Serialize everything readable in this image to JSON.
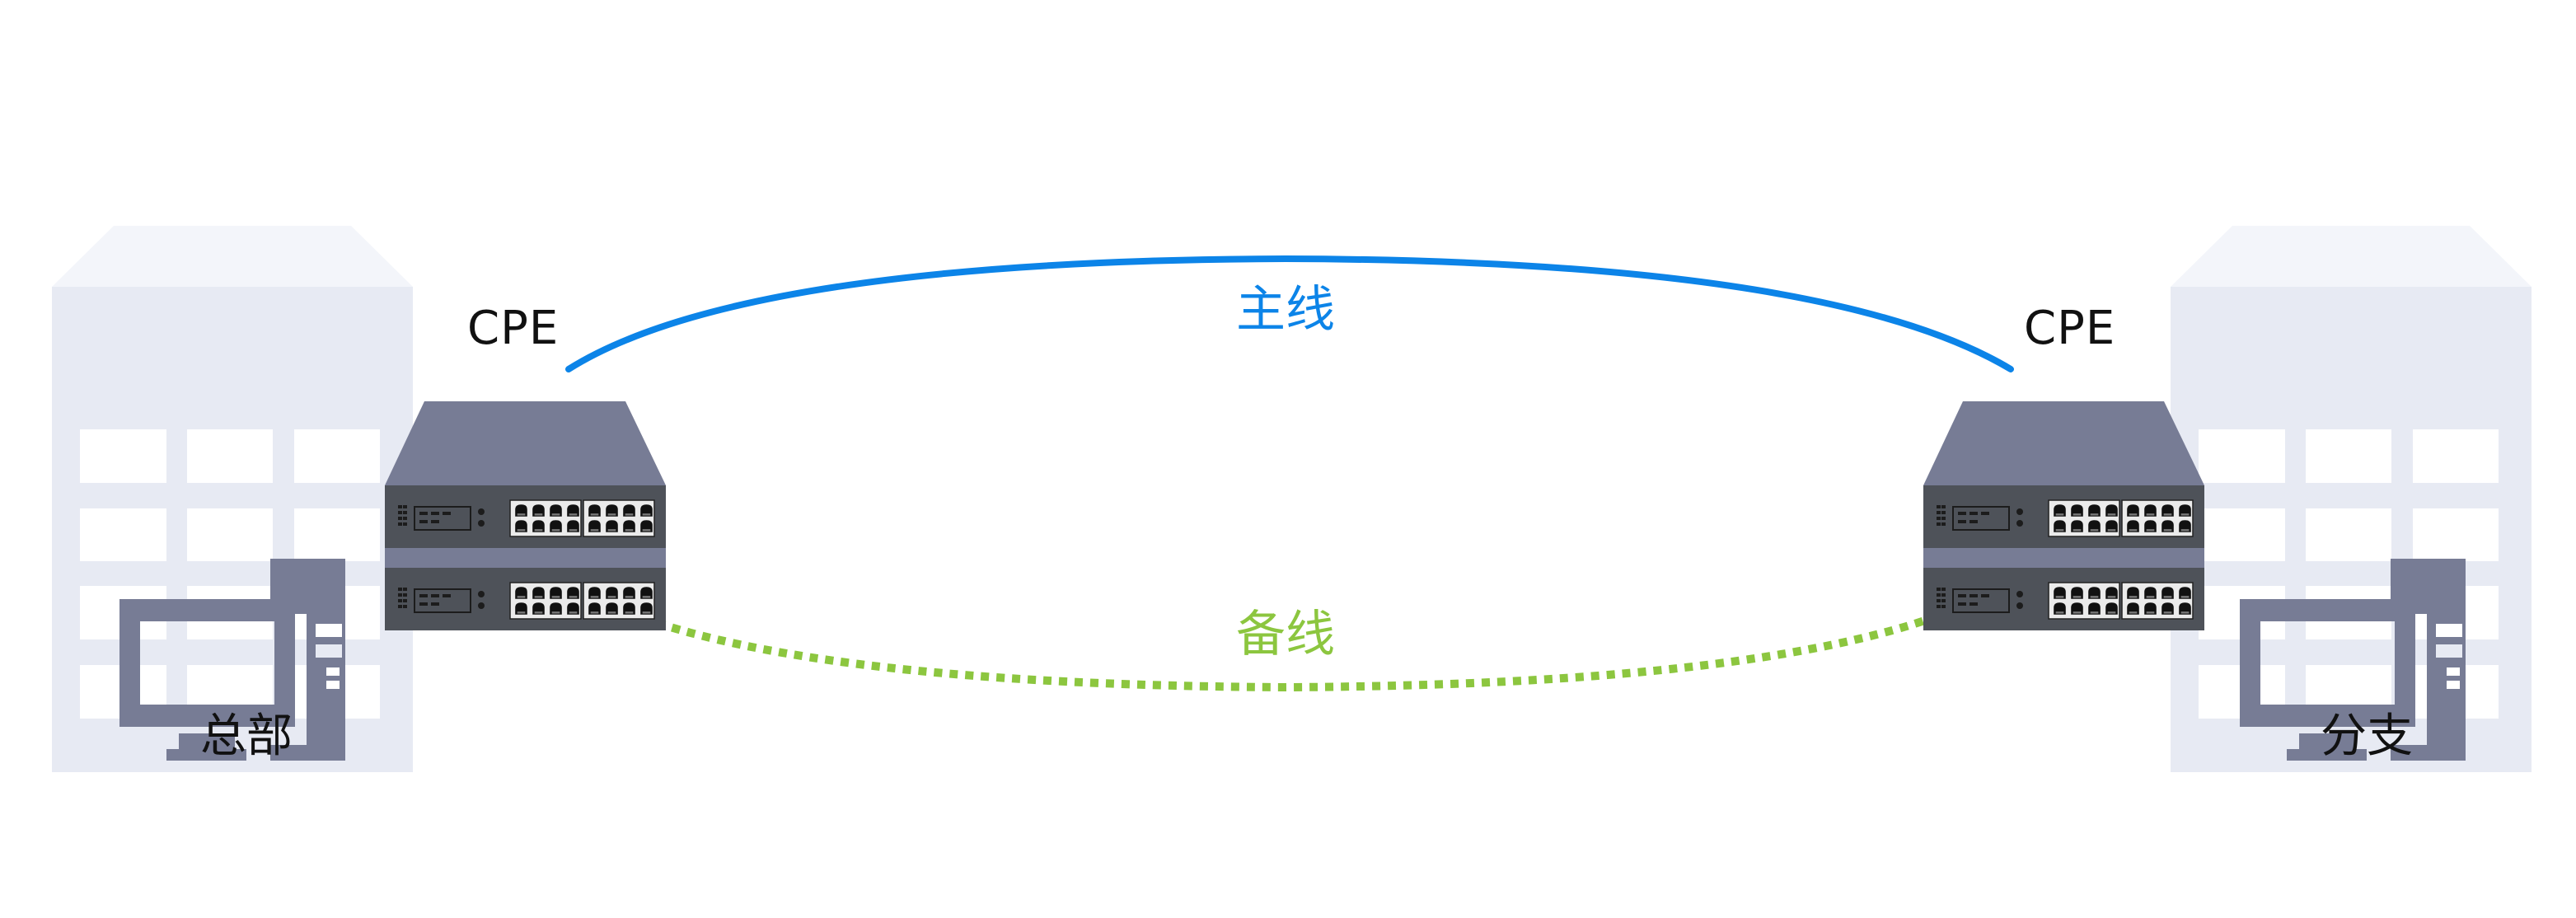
{
  "diagram": {
    "type": "network-topology",
    "nodes": {
      "hq": {
        "label": "总部",
        "kind": "building-with-computer"
      },
      "branch": {
        "label": "分支",
        "kind": "building-with-computer"
      },
      "cpe_hq": {
        "label": "CPE",
        "kind": "stacked-switch"
      },
      "cpe_branch": {
        "label": "CPE",
        "kind": "stacked-switch"
      }
    },
    "links": {
      "primary": {
        "label": "主线",
        "style": "solid",
        "color": "#0c84e8",
        "from": "cpe_hq",
        "to": "cpe_branch"
      },
      "backup": {
        "label": "备线",
        "style": "dotted",
        "color": "#8cc63f",
        "from": "cpe_hq",
        "to": "cpe_branch"
      }
    },
    "colors": {
      "building_body": "#e7eaf3",
      "building_roof": "#f3f5fa",
      "device_top": "#777c95",
      "device_front": "#4e5259",
      "port_panel": "#ebebeb",
      "text": "#111111"
    },
    "ports_per_block": 8,
    "port_blocks_per_unit": 2
  }
}
